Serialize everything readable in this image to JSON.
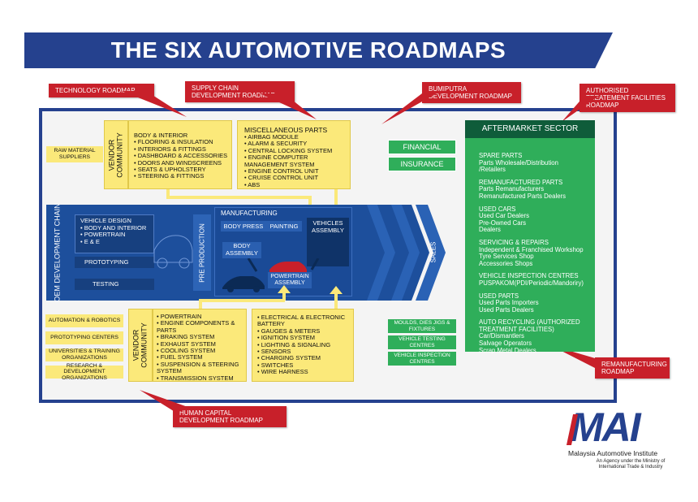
{
  "title": "THE SIX AUTOMOTIVE ROADMAPS",
  "tags": {
    "technology": "TECHNOLOGY ROADMAP",
    "supply_chain": "SUPPLY CHAIN DEVELOPMENT ROADMAP",
    "bumiputra": "BUMIPUTRA DEVELOPMENT ROADMAP",
    "authorised": "AUTHORISED TREATEMENT FACILITIES ROADMAP",
    "human_capital": "HUMAN CAPITAL DEVELOPMENT ROADMAP",
    "remanufacturing": "REMANUFACTURING ROADMAP"
  },
  "raw_material": "RAW MATERIAL SUPPLIERS",
  "vendor_label": "VENDOR COMMUNITY",
  "vendor_top_items": [
    "BODY & INTERIOR",
    "FLOORING & INSULATION",
    "INTERIORS & FITTINGS",
    "DASHBOARD & ACCESSORIES",
    "DOORS AND WINDSCREENS",
    "SEATS & UPHOLSTERY",
    "STEERING & FITTINGS"
  ],
  "misc_parts": {
    "title": "MISCELLANEOUS PARTS",
    "items": [
      "AIRBAG MODULE",
      "ALARM & SECURITY",
      "CENTRAL LOCKING SYSTEM",
      "ENGINE COMPUTER MANAGEMENT SYSTEM",
      "ENGINE CONTROL UNIT",
      "CRUISE CONTROL UNIT",
      "ABS"
    ]
  },
  "oem": {
    "label": "OEM DEVELOPMENT CHAIN",
    "vehicle_design": "VEHICLE DESIGN",
    "design_items": [
      "BODY AND INTERIOR",
      "POWERTRAIN",
      "E & E"
    ],
    "prototyping": "PROTOTYPING",
    "testing": "TESTING",
    "pre_production": "PRE PRODUCTION",
    "manufacturing": "MANUFACTURING",
    "body_press": "BODY PRESS",
    "painting": "PAINTING",
    "body_assembly": "BODY ASSEMBLY",
    "vehicles_assembly": "VEHICLES ASSEMBLY",
    "powertrain_assembly": "POWERTRAIN ASSEMBLY",
    "sales": "SALES"
  },
  "support_left": [
    "AUTOMATION & ROBOTICS",
    "PROTOTYPING CENTERS",
    "UNIVERSITIES & TRAINING ORGANIZATIONS",
    "RESEARCH & DEVELOPMENT ORGANIZATIONS"
  ],
  "vendor_bottom_items": [
    "POWERTRAIN",
    "ENGINE COMPONENTS & PARTS",
    "BRAKING SYSTEM",
    "EXHAUST SYSTEM",
    "COOLING SYSTEM",
    "FUEL SYSTEM",
    "SUSPENSION & STEERING SYSTEM",
    "TRANSMISSION SYSTEM"
  ],
  "electrical_items": [
    "ELECTRICAL & ELECTRONIC BATTERY",
    "GAUGES & METERS",
    "IGNITION SYSTEM",
    "LIGHTING & SIGNALING",
    "SENSORS",
    "CHARGING SYSTEM",
    "SWITCHES",
    "WIRE HARNESS"
  ],
  "financial": "FINANCIAL",
  "insurance": "INSURANCE",
  "green_small": [
    "MOULDS, DIES JIGS & FIXTURES",
    "VEHICLE TESTING CENTRES",
    "VEHICLE INSPECTION CENTRES"
  ],
  "aftermarket": {
    "title": "AFTERMARKET SECTOR",
    "sections": [
      {
        "head": "SPARE PARTS",
        "lines": [
          "Parts Wholesale/Distribution",
          "/Retailers"
        ]
      },
      {
        "head": "REMANUFACTURED PARTS",
        "lines": [
          "Parts Remanufacturers",
          "Remanufactured Parts Dealers"
        ]
      },
      {
        "head": "USED CARS",
        "lines": [
          "Used Car Dealers",
          "Pre-Owned Cars",
          "Dealers"
        ]
      },
      {
        "head": "SERVICING & REPAIRS",
        "lines": [
          "Independent  & Franchised Workshop",
          "Tyre Services Shop",
          "Accessories Shops"
        ]
      },
      {
        "head": "VEHICLE INSPECTION CENTRES",
        "lines": [
          "PUSPAKOM(PDI/Periodic/Mandoriry)"
        ]
      },
      {
        "head": "USED PARTS",
        "lines": [
          "Used Parts Importers",
          "Used Parts Dealers"
        ]
      },
      {
        "head": "AUTO RECYCLING (AUTHORIZED TREATMENT FACILITIES)",
        "lines": [
          "Car/Dismantlers",
          "Salvage Operators",
          "Scrap Metal Dealers"
        ]
      }
    ]
  },
  "mai": {
    "logo": "MAI",
    "name": "Malaysia Automotive Institute",
    "sub1": "An Agency under the Ministry of",
    "sub2": "International Trade & Industry"
  },
  "colors": {
    "navy": "#25418e",
    "red": "#c8202a",
    "yellow": "#fbe97a",
    "green": "#2fae5a",
    "blue": "#1d4f9c"
  }
}
